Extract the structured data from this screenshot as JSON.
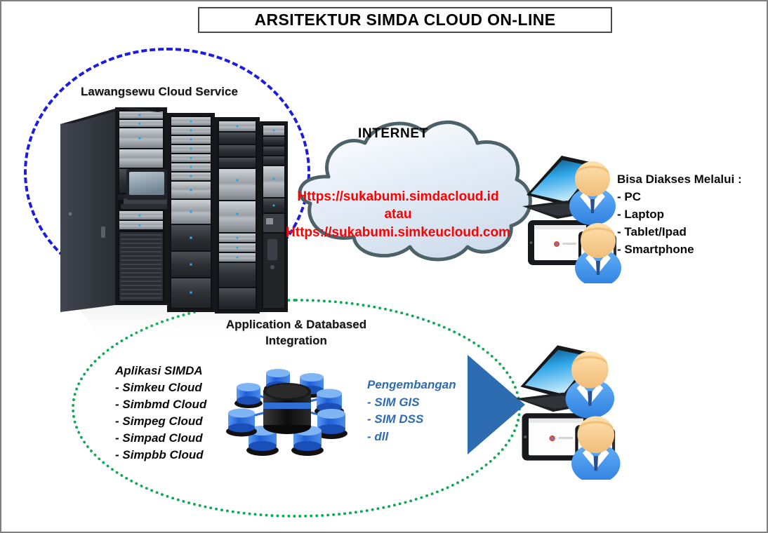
{
  "title": {
    "text": "ARSITEKTUR SIMDA CLOUD ON-LINE"
  },
  "zones": {
    "cloud_service_label": "Lawangsewu Cloud Service",
    "integration_label_line1": "Application & Databased",
    "integration_label_line2": "Integration"
  },
  "internet": {
    "label": "INTERNET",
    "urls": [
      "Https://sukabumi.simdacloud.id",
      "atau",
      "Https://sukabumi.simkeucloud.com"
    ]
  },
  "access": {
    "heading": "Bisa Diakses Melalui :",
    "items": [
      "- PC",
      "- Laptop",
      "- Tablet/Ipad",
      "- Smartphone"
    ]
  },
  "applications": {
    "heading": "Aplikasi SIMDA",
    "items": [
      "- Simkeu Cloud",
      "- Simbmd Cloud",
      "- Simpeg Cloud",
      "- Simpad Cloud",
      "- Simpbb Cloud"
    ]
  },
  "development": {
    "heading": "Pengembangan",
    "items": [
      "- SIM GIS",
      "- SIM DSS",
      "- dll"
    ]
  },
  "icons": {
    "server_rack": "server-rack-icon",
    "internet_cloud": "cloud-icon",
    "database_cluster": "database-cluster-icon",
    "flow_arrow": "right-arrow-icon",
    "laptop": "laptop-icon",
    "tablet": "tablet-icon",
    "smartphone": "smartphone-icon",
    "user": "user-avatar-icon"
  },
  "colors": {
    "title_border": "#4a4a4a",
    "cloud_zone_outline": "#1c1ce0",
    "integration_zone_outline": "#0faa55",
    "url_text": "#ff0000",
    "development_text": "#2d6cb0",
    "arrow_fill": "#2d6cb0",
    "canvas_border": "#7f7f7f"
  }
}
